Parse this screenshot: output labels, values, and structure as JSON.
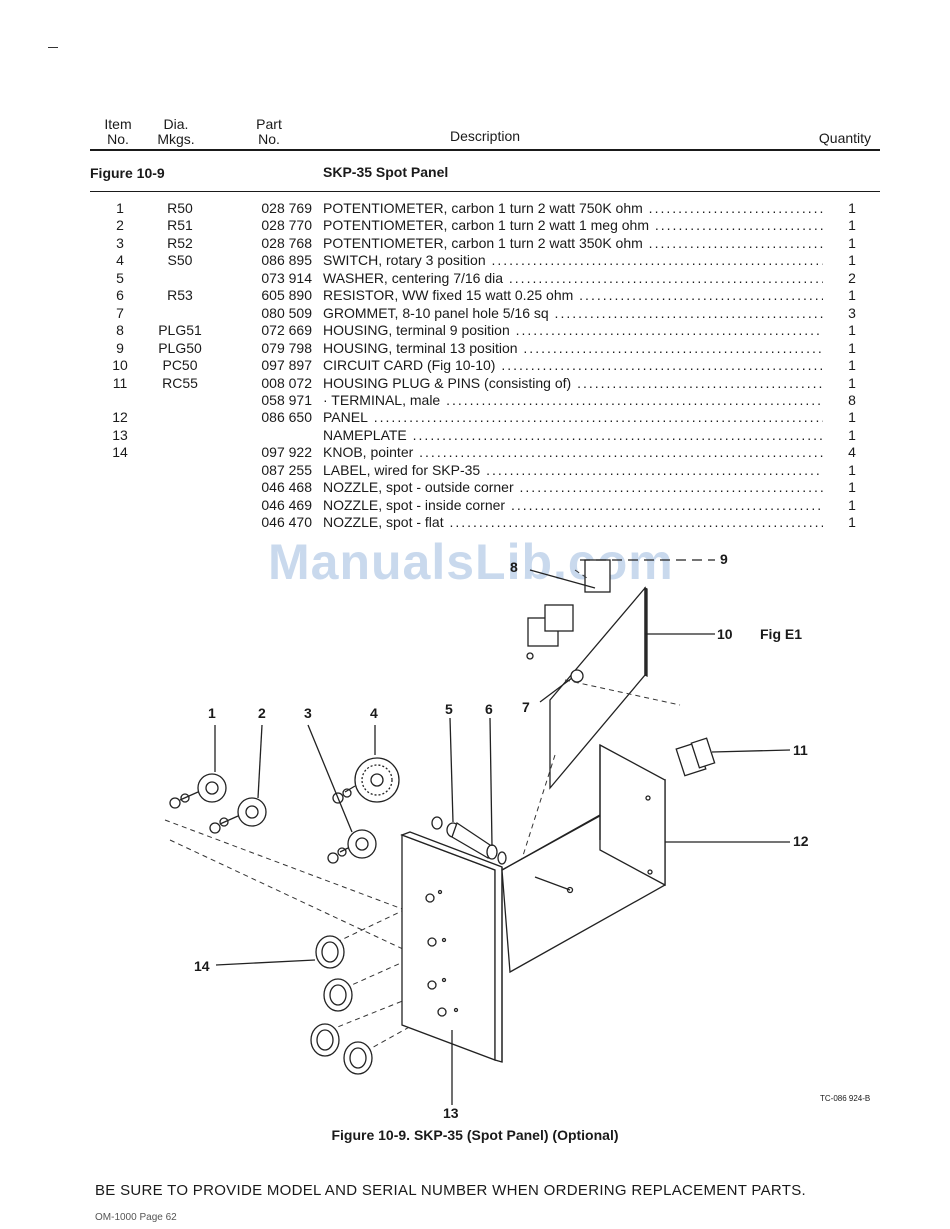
{
  "headers": {
    "item": [
      "Item",
      "No."
    ],
    "dia": [
      "Dia.",
      "Mkgs."
    ],
    "part": [
      "Part",
      "No."
    ],
    "description": "Description",
    "quantity": "Quantity"
  },
  "figure": {
    "label": "Figure 10-9",
    "title": "SKP-35 Spot Panel"
  },
  "rows": [
    {
      "item": "1",
      "dia": "R50",
      "part": "028 769",
      "desc": "POTENTIOMETER, carbon 1 turn 2 watt 750K ohm",
      "qty": "1"
    },
    {
      "item": "2",
      "dia": "R51",
      "part": "028 770",
      "desc": "POTENTIOMETER, carbon 1 turn 2 watt 1 meg ohm",
      "qty": "1"
    },
    {
      "item": "3",
      "dia": "R52",
      "part": "028 768",
      "desc": "POTENTIOMETER, carbon 1 turn 2 watt 350K ohm",
      "qty": "1"
    },
    {
      "item": "4",
      "dia": "S50",
      "part": "086 895",
      "desc": "SWITCH, rotary 3 position",
      "qty": "1"
    },
    {
      "item": "5",
      "dia": "",
      "part": "073 914",
      "desc": "WASHER, centering 7/16 dia",
      "qty": "2"
    },
    {
      "item": "6",
      "dia": "R53",
      "part": "605 890",
      "desc": "RESISTOR, WW fixed 15 watt 0.25 ohm",
      "qty": "1"
    },
    {
      "item": "7",
      "dia": "",
      "part": "080 509",
      "desc": "GROMMET, 8-10 panel hole 5/16 sq",
      "qty": "3"
    },
    {
      "item": "8",
      "dia": "PLG51",
      "part": "072 669",
      "desc": "HOUSING, terminal 9 position",
      "qty": "1"
    },
    {
      "item": "9",
      "dia": "PLG50",
      "part": "079 798",
      "desc": "HOUSING, terminal 13 position",
      "qty": "1"
    },
    {
      "item": "10",
      "dia": "PC50",
      "part": "097 897",
      "desc": "CIRCUIT CARD (Fig 10-10)",
      "qty": "1"
    },
    {
      "item": "11",
      "dia": "RC55",
      "part": "008 072",
      "desc": "HOUSING PLUG & PINS (consisting of)",
      "qty": "1"
    },
    {
      "item": "",
      "dia": "",
      "part": "058 971",
      "desc": "· TERMINAL, male",
      "qty": "8"
    },
    {
      "item": "12",
      "dia": "",
      "part": "086 650",
      "desc": "PANEL",
      "qty": "1"
    },
    {
      "item": "13",
      "dia": "",
      "part": "",
      "desc": "NAMEPLATE",
      "qty": "1"
    },
    {
      "item": "14",
      "dia": "",
      "part": "097 922",
      "desc": "KNOB, pointer",
      "qty": "4"
    },
    {
      "item": "",
      "dia": "",
      "part": "087 255",
      "desc": "LABEL, wired for SKP-35",
      "qty": "1"
    },
    {
      "item": "",
      "dia": "",
      "part": "046 468",
      "desc": "NOZZLE, spot - outside corner",
      "qty": "1"
    },
    {
      "item": "",
      "dia": "",
      "part": "046 469",
      "desc": "NOZZLE, spot - inside corner",
      "qty": "1"
    },
    {
      "item": "",
      "dia": "",
      "part": "046 470",
      "desc": "NOZZLE, spot - flat",
      "qty": "1"
    }
  ],
  "watermark": "ManualsLib.com",
  "diagram_callouts": {
    "c1": "1",
    "c2": "2",
    "c3": "3",
    "c4": "4",
    "c5": "5",
    "c6": "6",
    "c7": "7",
    "c8": "8",
    "c9": "9",
    "c10": "10",
    "c10ref": "Fig E1",
    "c11": "11",
    "c12": "12",
    "c13": "13",
    "c14": "14"
  },
  "tc_ref": "TC-086 924-B",
  "caption": "Figure 10-9. SKP-35 (Spot Panel) (Optional)",
  "footer": "BE SURE TO PROVIDE MODEL AND SERIAL NUMBER WHEN ORDERING REPLACEMENT PARTS.",
  "page_ref": "OM-1000 Page 62"
}
